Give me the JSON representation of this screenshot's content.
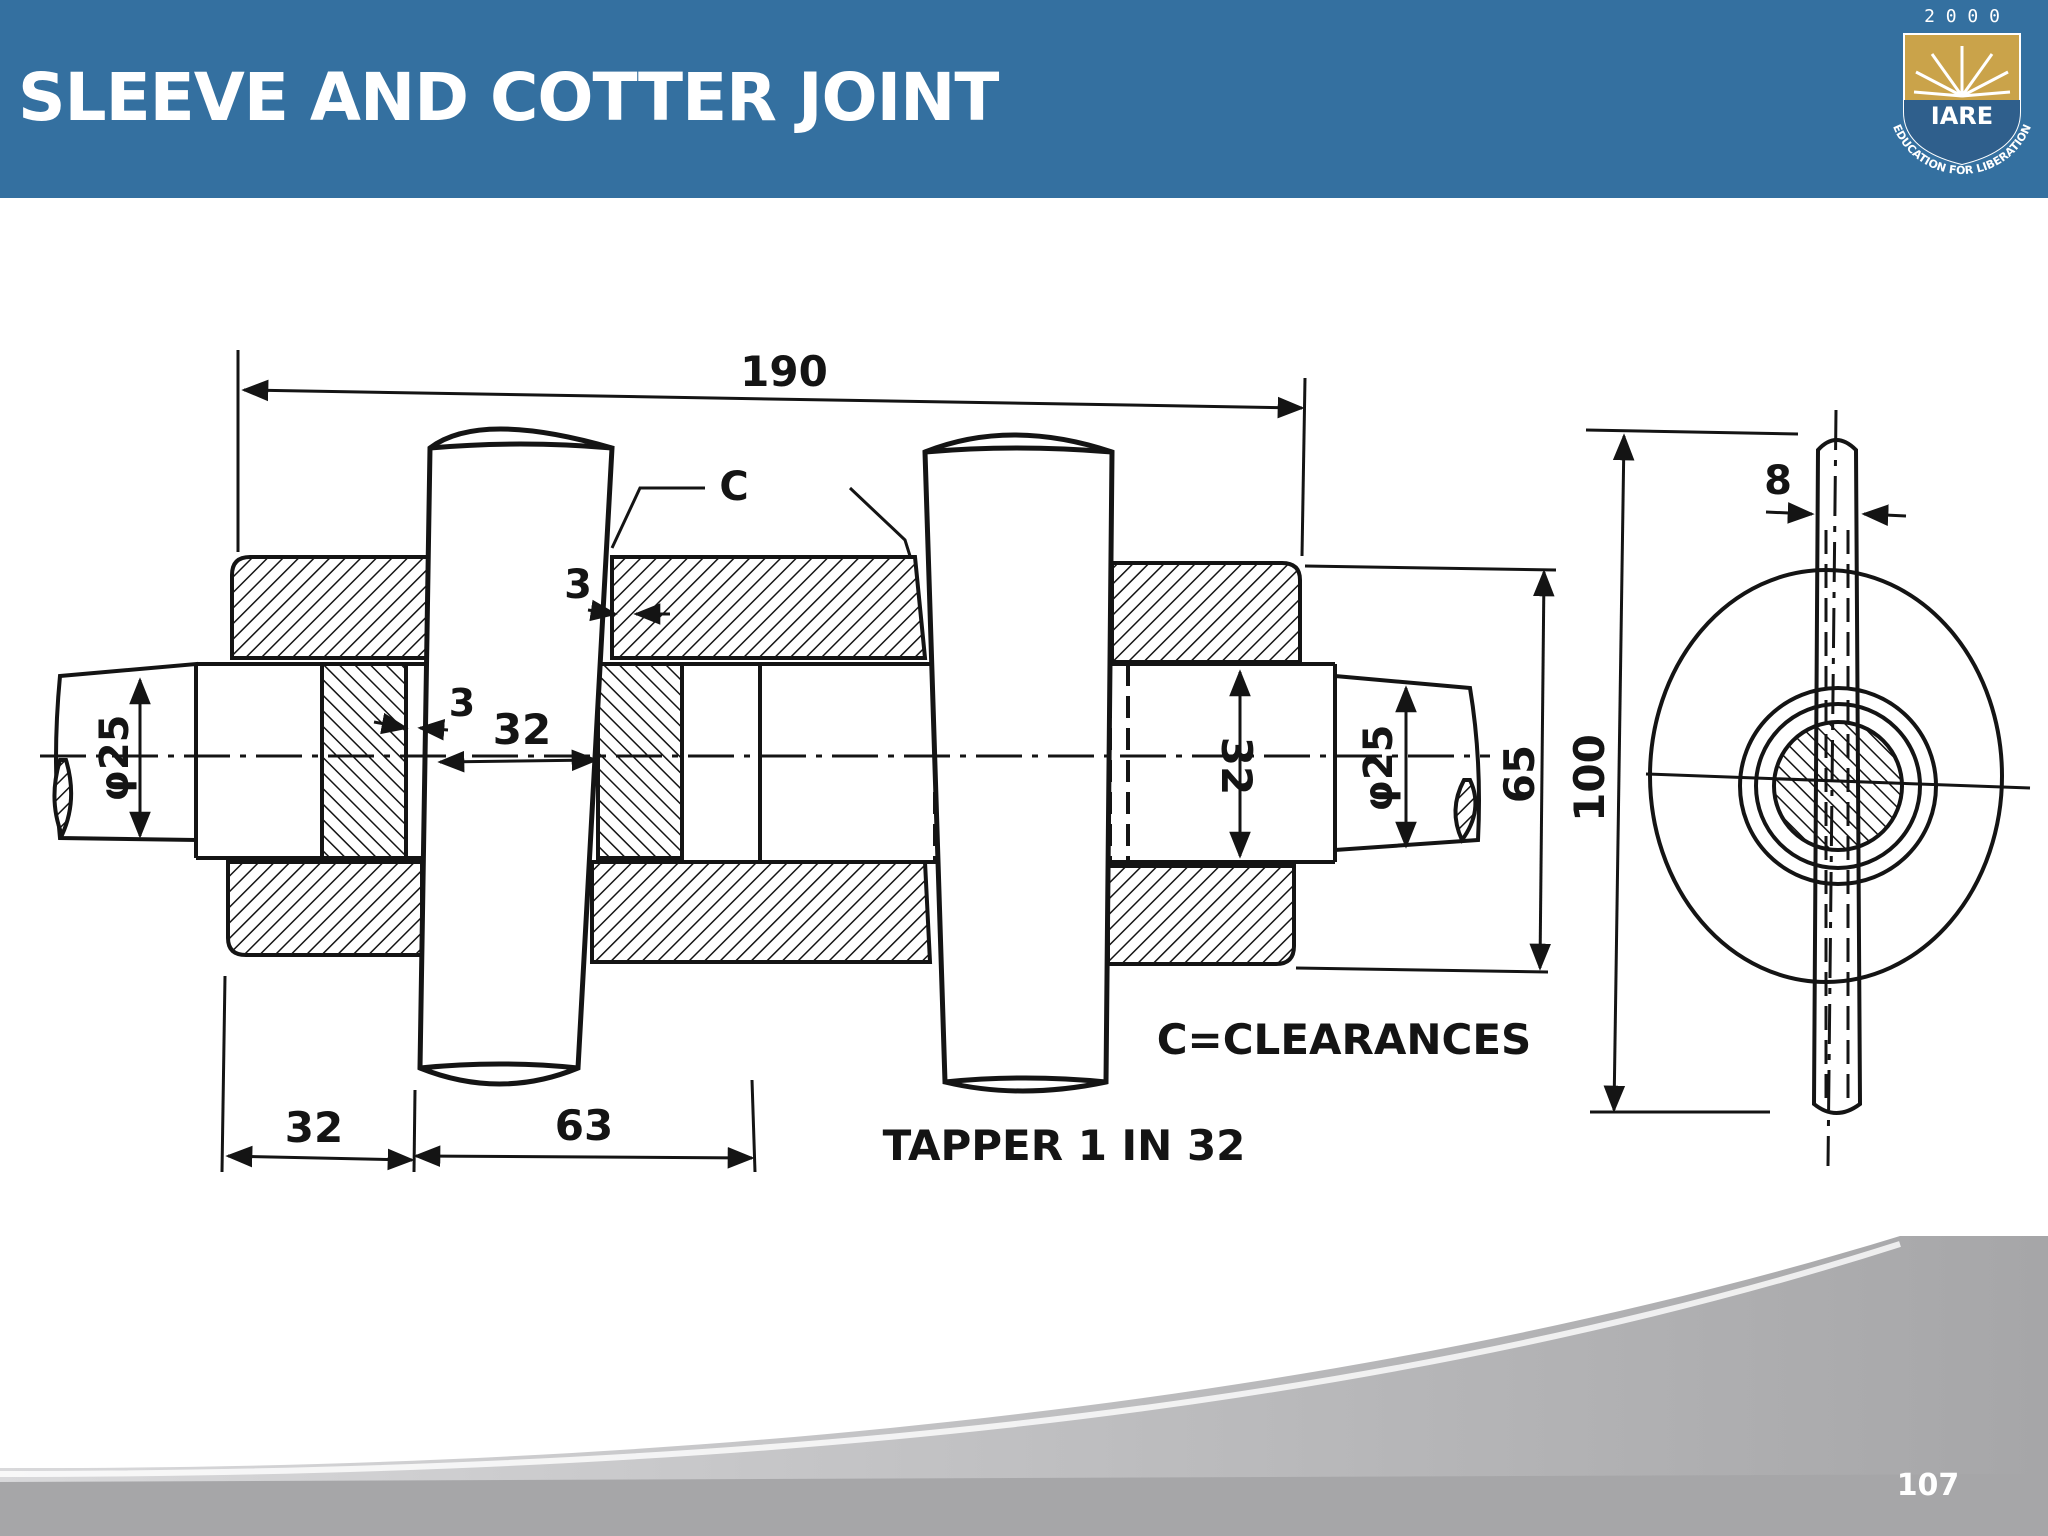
{
  "slide": {
    "title": "SLEEVE AND COTTER JOINT",
    "page_number": "107"
  },
  "logo": {
    "year": "2 0 0 0",
    "name": "IARE",
    "motto": "EDUCATION FOR LIBERATION"
  },
  "drawing": {
    "dimensions": {
      "overall_length": "190",
      "clearance": "C",
      "gap_3_top": "3",
      "gap_3_mid": "3",
      "cotter_spacing": "32",
      "shaft_dia_left": "φ25",
      "rod_dia": "32",
      "shaft_dia_right": "φ25",
      "sleeve_dia": "65",
      "collar_dia": "100",
      "cotter_width": "8",
      "end_length": "32",
      "cotter_pitch": "63"
    },
    "notes": {
      "clearances": "C=CLEARANCES",
      "taper": "TAPPER 1 IN 32"
    }
  },
  "colors": {
    "header": "#3470a0",
    "logo_gold": "#caa34a",
    "footer_gray": "#a6a6a8",
    "ink": "#141414"
  }
}
